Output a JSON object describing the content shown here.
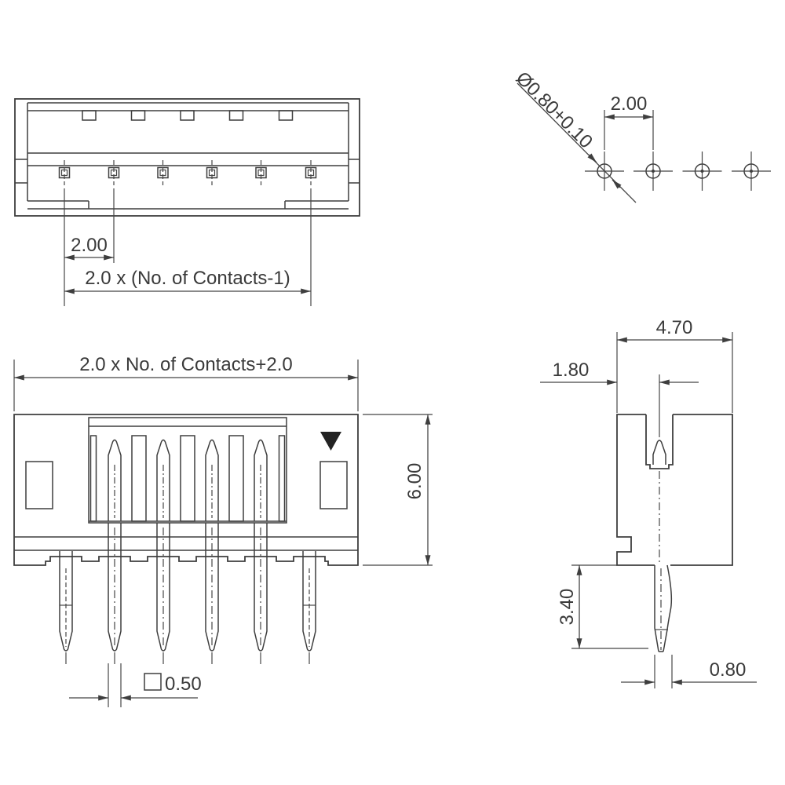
{
  "drawing": {
    "type": "connector-dimensional-drawing",
    "units_shown": "mm",
    "colors": {
      "background": "#ffffff",
      "line": "#3e3e3e",
      "text": "#3a3a3a",
      "polarity_mark": "#232323"
    },
    "views": {
      "top_view": {
        "contacts_shown": 6,
        "dim_pitch": "2.00",
        "dim_total_span": "2.0 x (No. of Contacts-1)"
      },
      "hole_pattern_view": {
        "holes_shown": 4,
        "dim_hole_diameter": "Ø0.80+0.10",
        "dim_hole_pitch": "2.00"
      },
      "front_view": {
        "contacts_shown": 6,
        "dim_overall_width": "2.0 x No. of Contacts+2.0",
        "dim_overall_height": "6.00",
        "dim_pin_square_size": "0.50"
      },
      "side_view": {
        "dim_overall_depth": "4.70",
        "dim_center_offset": "1.80",
        "dim_pin_protrusion": "3.40",
        "dim_pin_thickness": "0.80"
      }
    }
  }
}
